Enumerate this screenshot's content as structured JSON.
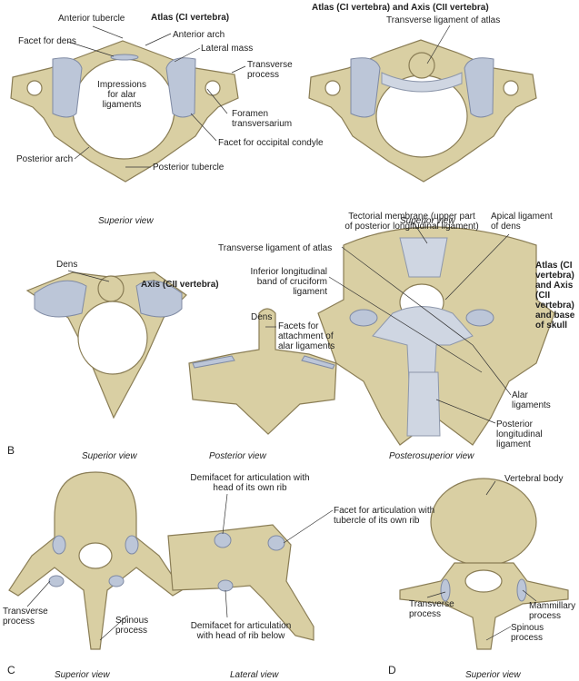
{
  "panel_a_left": {
    "title": "Atlas (CI vertebra)",
    "labels": {
      "anterior_tubercle": "Anterior tubercle",
      "facet_for_dens": "Facet for dens",
      "anterior_arch": "Anterior arch",
      "lateral_mass": "Lateral mass",
      "transverse_process": "Transverse process",
      "impressions": "Impressions for alar ligaments",
      "foramen": "Foramen transversarium",
      "occipital_facet": "Facet for occipital condyle",
      "posterior_arch": "Posterior arch",
      "posterior_tubercle": "Posterior tubercle"
    },
    "view": "Superior view"
  },
  "panel_a_right": {
    "title": "Atlas (CI vertebra) and Axis (CII vertebra)",
    "labels": {
      "transverse_ligament": "Transverse ligament of atlas"
    },
    "view": "Superior view"
  },
  "panel_b": {
    "letter": "B",
    "axis_title": "Axis (CII vertebra)",
    "dens": "Dens",
    "view_superior": "Superior view",
    "dens_posterior": "Dens",
    "facets_alar": "Facets for attachment of alar ligaments",
    "view_posterior": "Posterior view",
    "tectorial": "Tectorial membrane (upper part of posterior longitudinal ligament)",
    "apical": "Apical ligament of dens",
    "transverse_ligament": "Transverse ligament of atlas",
    "inferior_band": "Inferior longitudinal band of cruciform ligament",
    "combo_title": "Atlas (CI vertebra) and Axis (CII vertebra) and base of skull",
    "alar": "Alar ligaments",
    "posterior_longitudinal": "Posterior longitudinal ligament",
    "view_posterosuperior": "Posterosuperior view"
  },
  "panel_c": {
    "letter": "C",
    "demifacet_own": "Demifacet for articulation with head of its own rib",
    "facet_tubercle": "Facet for articulation with tubercle of its own rib",
    "demifacet_below": "Demifacet for articulation with head of rib below",
    "transverse_process": "Transverse process",
    "spinous_process": "Spinous process",
    "view_superior": "Superior view",
    "view_lateral": "Lateral view"
  },
  "panel_d": {
    "letter": "D",
    "vertebral_body": "Vertebral body",
    "transverse_process": "Transverse process",
    "mammillary_process": "Mammillary process",
    "spinous_process": "Spinous process",
    "view_superior": "Superior view"
  }
}
